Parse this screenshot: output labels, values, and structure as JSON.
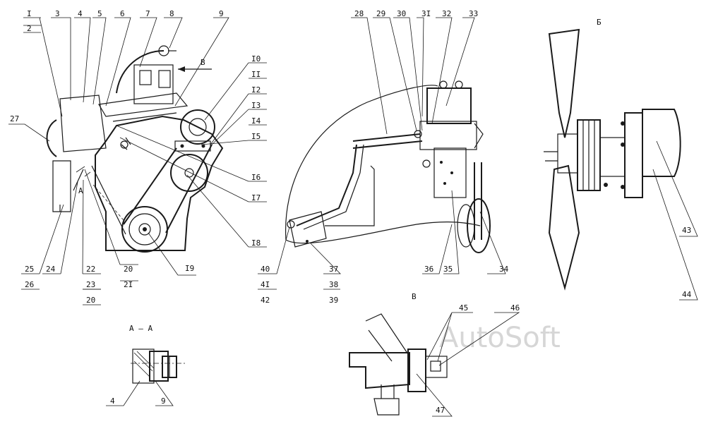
{
  "watermark": "AutoSoft",
  "section_labels": {
    "view_b_cyr": "Б",
    "view_v": "В",
    "arrow_v": "В",
    "section_aa": "А – А",
    "mark_a": "А"
  },
  "callouts": {
    "c1": "I",
    "c2": "2",
    "c3": "3",
    "c4": "4",
    "c5": "5",
    "c6": "6",
    "c7": "7",
    "c8": "8",
    "c9": "9",
    "c10": "I0",
    "c11": "II",
    "c12": "I2",
    "c13": "I3",
    "c14": "I4",
    "c15": "I5",
    "c16": "I6",
    "c17": "I7",
    "c18": "I8",
    "c19": "I9",
    "c20a": "20",
    "c21": "2I",
    "c22": "22",
    "c23": "23",
    "c20b": "20",
    "c24": "24",
    "c25": "25",
    "c26": "26",
    "c27": "27",
    "c28": "28",
    "c29": "29",
    "c30": "30",
    "c31": "3I",
    "c32": "32",
    "c33": "33",
    "c34": "34",
    "c35": "35",
    "c36": "36",
    "c37": "37",
    "c38": "38",
    "c39": "39",
    "c40": "40",
    "c41": "4I",
    "c42": "42",
    "c43": "43",
    "c44": "44",
    "c45": "45",
    "c46": "46",
    "c47": "47",
    "aa4": "4",
    "aa9": "9"
  }
}
